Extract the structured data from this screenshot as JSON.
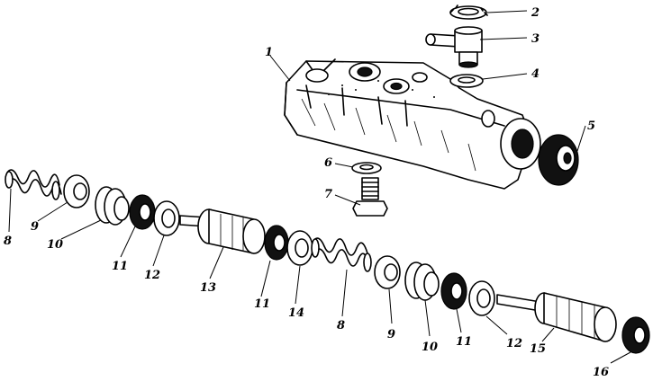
{
  "callouts": {
    "c1": "1",
    "c2": "2",
    "c3": "3",
    "c4": "4",
    "c5": "5",
    "c6": "6",
    "c7": "7",
    "c8a": "8",
    "c9a": "9",
    "c10a": "10",
    "c11a": "11",
    "c12a": "12",
    "c13": "13",
    "c11b": "11",
    "c14": "14",
    "c8b": "8",
    "c9b": "9",
    "c10b": "10",
    "c11c": "11",
    "c12b": "12",
    "c15": "15",
    "c16": "16"
  }
}
